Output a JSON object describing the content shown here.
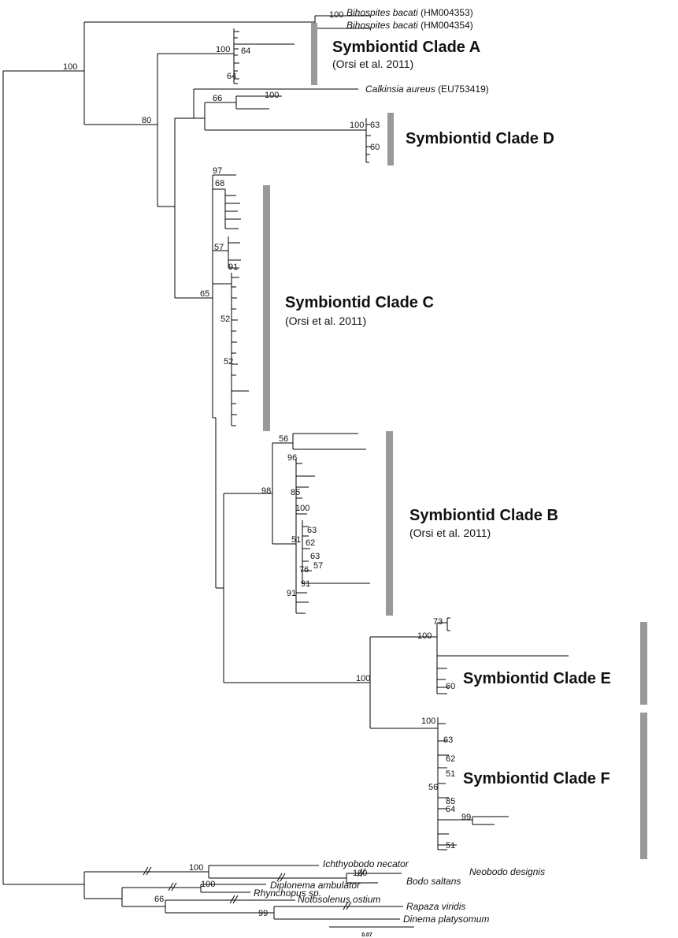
{
  "figure": {
    "taxa": {
      "bihospites_1": {
        "name": "Bihospites bacati",
        "accession": "(HM004353)"
      },
      "bihospites_2": {
        "name": "Bihospites bacati",
        "accession": "(HM004354)"
      },
      "calkinsia": {
        "name": "Calkinsia aureus",
        "accession": "(EU753419)"
      },
      "ichthyobodo": {
        "name": "Ichthyobodo necator"
      },
      "neobodo": {
        "name": "Neobodo designis"
      },
      "bodo": {
        "name": "Bodo saltans"
      },
      "diplonema": {
        "name": "Diplonema ambulator"
      },
      "rhynchopus": {
        "name": "Rhynchopus sp."
      },
      "notosolenus": {
        "name": "Notosolenus ostium"
      },
      "rapaza": {
        "name": "Rapaza viridis"
      },
      "dinema": {
        "name": "Dinema platysomum"
      }
    },
    "clades": {
      "a": {
        "title": "Symbiontid Clade A",
        "subtitle": "(Orsi et al. 2011)"
      },
      "b": {
        "title": "Symbiontid Clade B",
        "subtitle": "(Orsi et al. 2011)"
      },
      "c": {
        "title": "Symbiontid Clade C",
        "subtitle": "(Orsi et al. 2011)"
      },
      "d": {
        "title": "Symbiontid Clade D"
      },
      "e": {
        "title": "Symbiontid Clade E"
      },
      "f": {
        "title": "Symbiontid Clade F"
      }
    },
    "bootstrap": {
      "root": "100",
      "bihospites": "100",
      "euglenid": "80",
      "cladeA_a": "100",
      "cladeA_b": "64",
      "cladeA_c": "64",
      "calk_a": "66",
      "calk_b": "100",
      "cladeD_a": "100",
      "cladeD_b": "63",
      "cladeD_c": "60",
      "cladeC_a": "97",
      "cladeC_b": "68",
      "cladeC_c": "57",
      "cladeC_d": "91",
      "cladeC_base": "65",
      "cladeC_e": "52",
      "cladeC_f": "52",
      "cladeB_base": "98",
      "cladeB_a": "56",
      "cladeB_b": "96",
      "cladeB_c": "85",
      "cladeB_d": "100",
      "cladeB_e": "63",
      "cladeB_f": "51",
      "cladeB_g": "62",
      "cladeB_h": "63",
      "cladeB_i": "57",
      "cladeB_j": "76",
      "cladeB_k": "91",
      "cladeB_l": "91",
      "cladeEF_base": "100",
      "cladeE_a": "73",
      "cladeE_b": "100",
      "cladeE_c": "60",
      "cladeF_a": "100",
      "cladeF_b": "63",
      "cladeF_c": "62",
      "cladeF_d": "51",
      "cladeF_e": "56",
      "cladeF_f": "85",
      "cladeF_g": "64",
      "cladeF_h": "99",
      "cladeF_i": "51",
      "out_a": "100",
      "out_b": "100",
      "out_c": "100",
      "out_d": "66",
      "out_e": "99"
    },
    "scale_bar": "0.07"
  }
}
